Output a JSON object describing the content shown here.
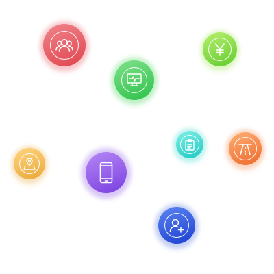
{
  "icons": [
    {
      "id": "users",
      "name": "group-users-icon",
      "color_top": "#f0838a",
      "color_bottom": "#e0464f",
      "halo": "#f7c4c8"
    },
    {
      "id": "monitor",
      "name": "monitor-pulse-icon",
      "color_top": "#7fe08a",
      "color_bottom": "#2ec24a",
      "halo": "#bdf0c4"
    },
    {
      "id": "yen",
      "name": "yen-currency-icon",
      "color_top": "#b7ef6e",
      "color_bottom": "#62cc2e",
      "halo": "#dcf6c0"
    },
    {
      "id": "clip",
      "name": "clipboard-icon",
      "color_top": "#7ff0e6",
      "color_bottom": "#1fc9c2",
      "halo": "#c2f3ef"
    },
    {
      "id": "road",
      "name": "road-highway-icon",
      "color_top": "#ffae74",
      "color_bottom": "#ee6a2c",
      "halo": "#fbd4bd"
    },
    {
      "id": "map",
      "name": "map-location-icon",
      "color_top": "#ffd47e",
      "color_bottom": "#eaa83a",
      "halo": "#f8e2bd"
    },
    {
      "id": "phone",
      "name": "mobile-phone-icon",
      "color_top": "#b487f5",
      "color_bottom": "#7a3fe0",
      "halo": "#d8c6f6"
    },
    {
      "id": "adduser",
      "name": "add-user-icon",
      "color_top": "#5b85f2",
      "color_bottom": "#1d3fcf",
      "halo": "#c4cff4"
    }
  ]
}
